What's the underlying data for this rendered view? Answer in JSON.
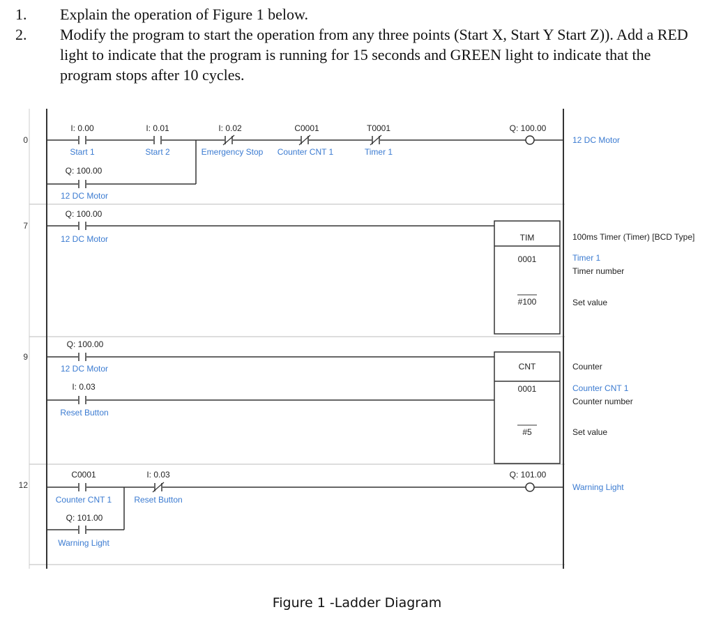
{
  "questions": [
    {
      "number": "1.",
      "text": "Explain the operation of Figure 1 below."
    },
    {
      "number": "2.",
      "text": "Modify the program to start the operation from any three points (Start X, Start Y Start Z)). Add a RED light to indicate that the program is running for 15 seconds and GREEN light to indicate that the program stops after 10 cycles."
    }
  ],
  "rungs": {
    "r0": {
      "number": "0",
      "contacts": [
        {
          "address": "I: 0.00",
          "label": "Start 1",
          "type": "NO"
        },
        {
          "address": "I: 0.01",
          "label": "Start 2",
          "type": "NO"
        },
        {
          "address": "I: 0.02",
          "label": "Emergency Stop",
          "type": "NC"
        },
        {
          "address": "C0001",
          "label": "Counter CNT 1",
          "type": "NC"
        },
        {
          "address": "T0001",
          "label": "Timer 1",
          "type": "NC"
        }
      ],
      "branch": {
        "address": "Q: 100.00",
        "label": "12 DC Motor",
        "type": "NO"
      },
      "coil": {
        "address": "Q: 100.00",
        "comment": "12 DC Motor"
      }
    },
    "r7": {
      "number": "7",
      "contact": {
        "address": "Q: 100.00",
        "label": "12 DC Motor",
        "type": "NO"
      },
      "block": {
        "name": "TIM",
        "number": "0001",
        "set": "#100"
      },
      "comments": {
        "title": "100ms Timer (Timer) [BCD Type]",
        "name": "Timer 1",
        "number_label": "Timer number",
        "set_label": "Set value"
      }
    },
    "r9": {
      "number": "9",
      "contact": {
        "address": "Q: 100.00",
        "label": "12 DC Motor",
        "type": "NO"
      },
      "reset": {
        "address": "I: 0.03",
        "label": "Reset Button",
        "type": "NO"
      },
      "block": {
        "name": "CNT",
        "number": "0001",
        "set": "#5"
      },
      "comments": {
        "title": "Counter",
        "name": "Counter CNT 1",
        "number_label": "Counter number",
        "set_label": "Set value"
      }
    },
    "r12": {
      "number": "12",
      "contacts": [
        {
          "address": "C0001",
          "label": "Counter CNT 1",
          "type": "NO"
        },
        {
          "address": "I: 0.03",
          "label": "Reset Button",
          "type": "NC"
        }
      ],
      "branch": {
        "address": "Q: 101.00",
        "label": "Warning Light",
        "type": "NO"
      },
      "coil": {
        "address": "Q: 101.00",
        "comment": "Warning Light"
      }
    }
  },
  "caption": "Figure 1 -Ladder Diagram",
  "colors": {
    "wire": "#333333",
    "label_blue": "#3b7bd1",
    "grid": "#bbbbbb"
  }
}
